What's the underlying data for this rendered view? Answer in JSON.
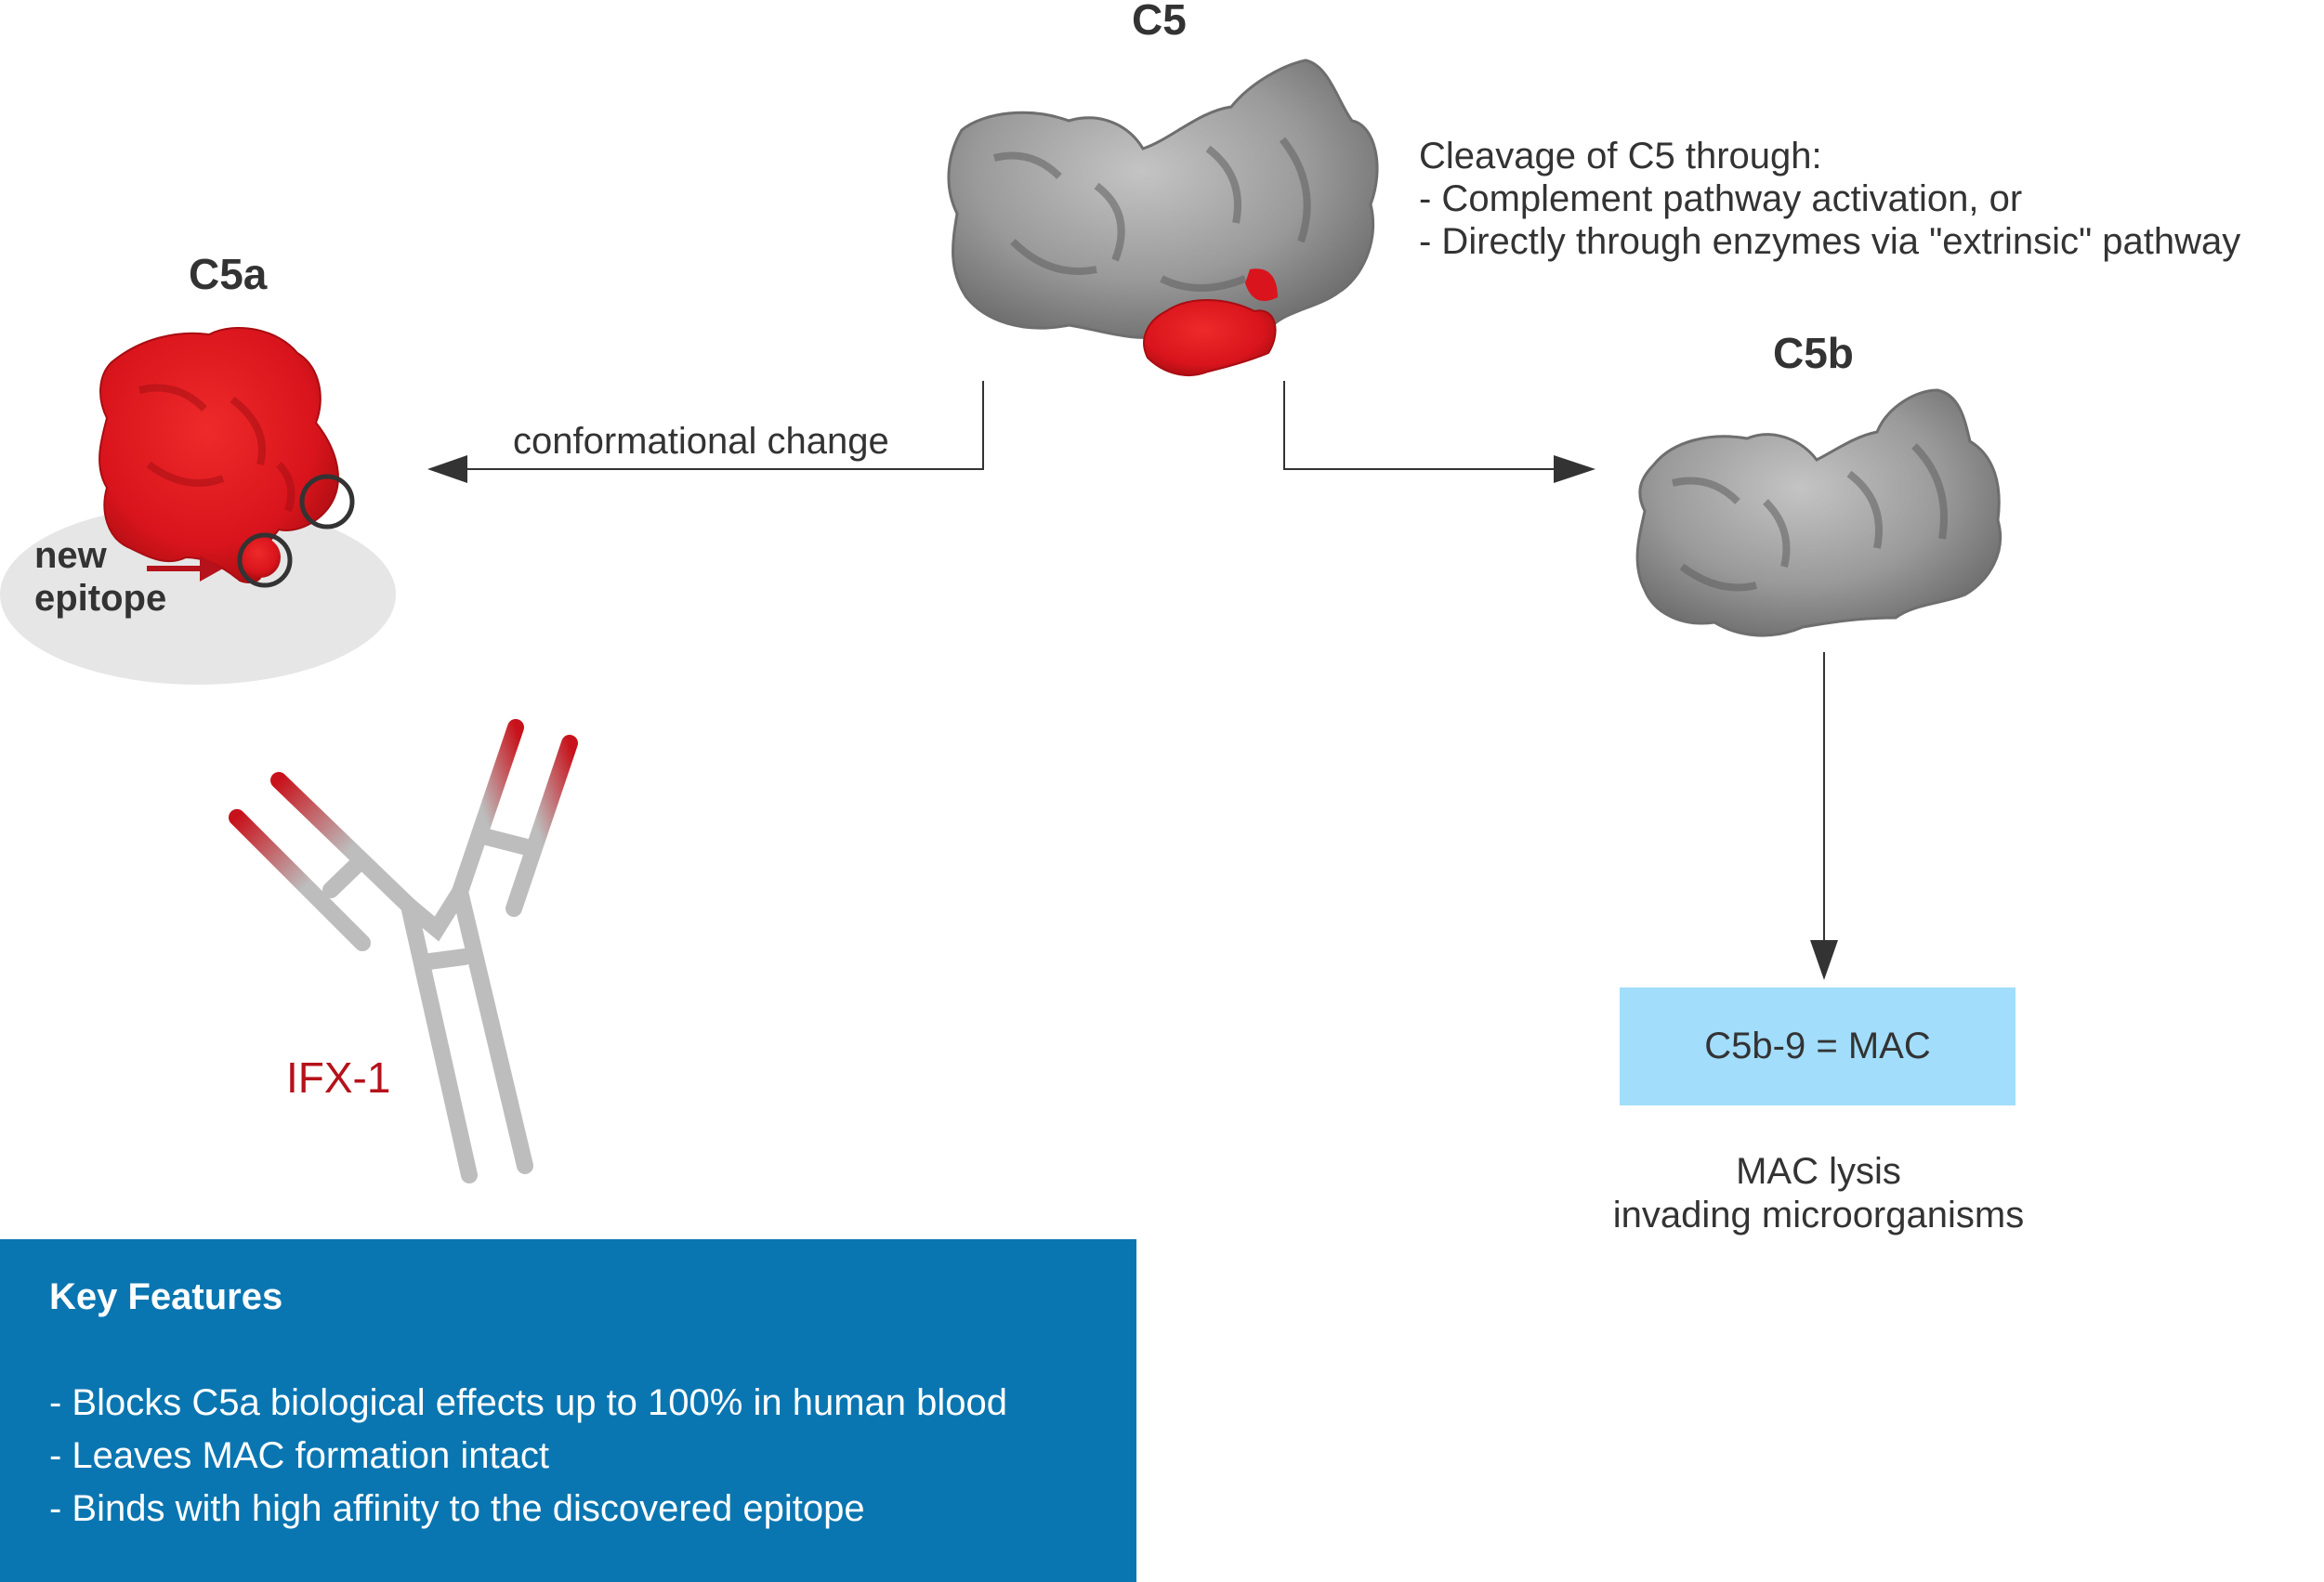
{
  "labels": {
    "c5": "C5",
    "c5a": "C5a",
    "c5b": "C5b",
    "new_epitope_line1": "new",
    "new_epitope_line2": "epitope",
    "ifx": "IFX-1",
    "conformational_change": "conformational change"
  },
  "cleavage": {
    "line1": "Cleavage of C5 through:",
    "line2": "- Complement pathway activation, or",
    "line3": "- Directly through enzymes via \"extrinsic\" pathway"
  },
  "mac": {
    "box_label": "C5b-9 = MAC",
    "lysis_line1": "MAC lysis",
    "lysis_line2": "invading microorganisms"
  },
  "key_features": {
    "title": "Key Features",
    "items": [
      "- Blocks C5a biological effects up to 100% in human blood",
      "- Leaves MAC formation intact",
      "- Binds with high affinity to the discovered epitope"
    ]
  },
  "colors": {
    "protein_gray": "#9a9a9a",
    "protein_red": "#d9141c",
    "ifx_red": "#b5121b",
    "key_box": "#0a76b1",
    "mac_box": "#a2ddfb",
    "ellipse": "#e6e6e6",
    "arrow": "#333333"
  }
}
